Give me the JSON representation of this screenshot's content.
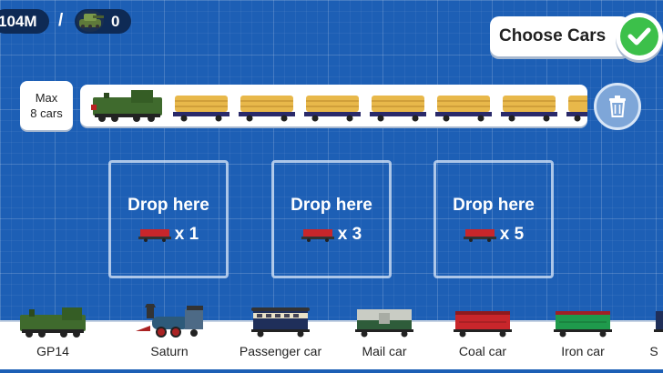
{
  "hud": {
    "money": "104M",
    "separator": "/",
    "tank_icon": "tank-icon",
    "tank_count": "0"
  },
  "header": {
    "choose_cars_label": "Choose Cars",
    "confirm_icon": "check-icon"
  },
  "consist": {
    "max_line1": "Max",
    "max_line2": "8 cars",
    "locomotive": "GP14",
    "car_type": "log-car",
    "trash_icon": "trash-icon"
  },
  "drop_zones": [
    {
      "label": "Drop here",
      "quantity": "x 1"
    },
    {
      "label": "Drop here",
      "quantity": "x 3"
    },
    {
      "label": "Drop here",
      "quantity": "x 5"
    }
  ],
  "catalog": [
    {
      "name": "GP14",
      "icon": "green-locomotive-icon"
    },
    {
      "name": "Saturn",
      "icon": "steam-locomotive-icon"
    },
    {
      "name": "Passenger car",
      "icon": "passenger-car-icon"
    },
    {
      "name": "Mail car",
      "icon": "mail-car-icon"
    },
    {
      "name": "Coal car",
      "icon": "coal-car-icon"
    },
    {
      "name": "Iron car",
      "icon": "iron-car-icon"
    },
    {
      "name": "S",
      "icon": "partial-car-icon"
    }
  ],
  "colors": {
    "background": "#1d5fb5",
    "confirm_green": "#3cc04a",
    "coal_car_red": "#c8262b",
    "iron_car_green": "#1f9a4c",
    "log_color": "#e8b84a"
  }
}
